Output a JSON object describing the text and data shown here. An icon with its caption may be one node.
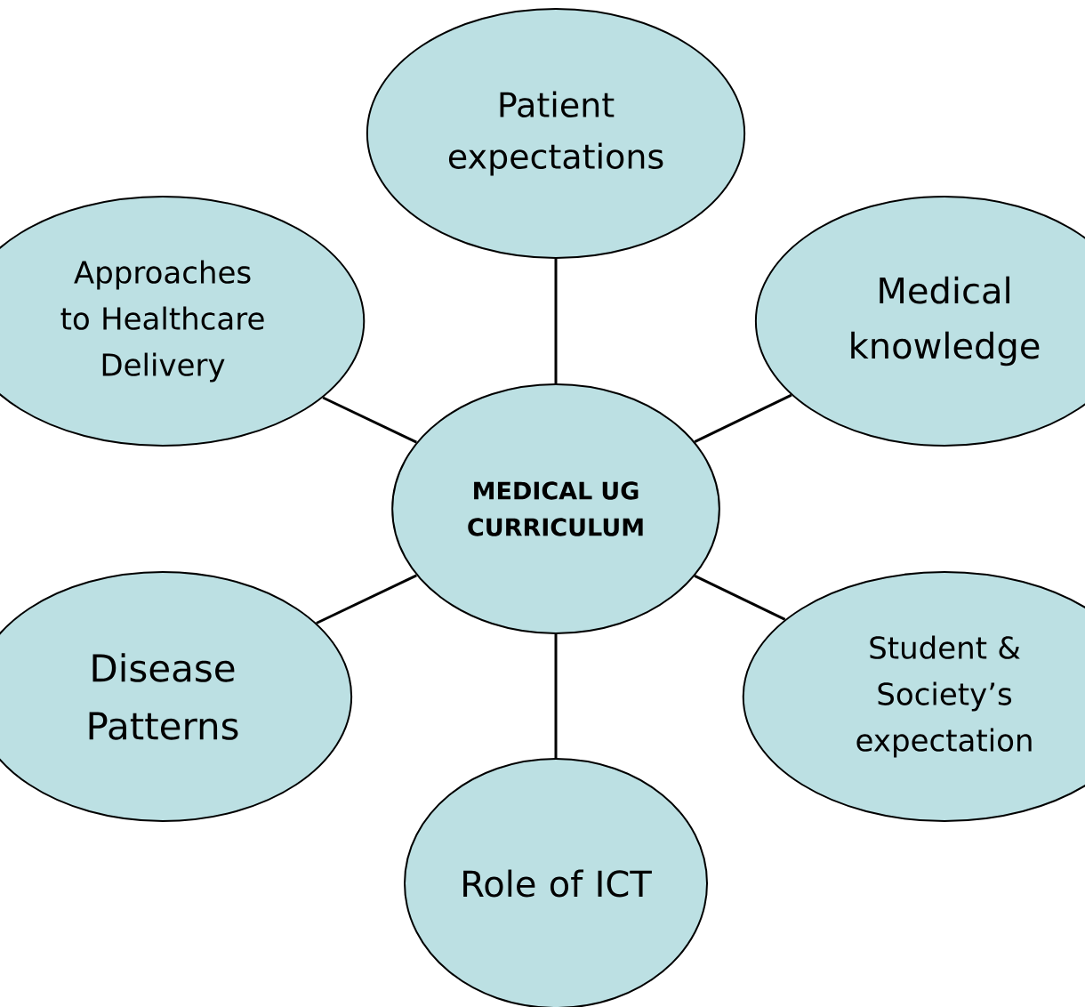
{
  "diagram": {
    "nodes": [
      {
        "text": [
          "Patient expectations"
        ]
      },
      {
        "text": [
          "Approaches to Healthcare Delivery"
        ]
      },
      {
        "text": [
          "Medical knowledge"
        ]
      },
      {
        "text": [
          "MEDICAL UG CURRICULUM"
        ]
      },
      {
        "text": [
          "Disease Patterns"
        ]
      },
      {
        "text": [
          "Student & Society’s expectation"
        ]
      },
      {
        "text": [
          "Role of ICT"
        ]
      }
    ],
    "edges": [
      {
        "from": 3,
        "to": 0,
        "arrow": "none"
      },
      {
        "from": 3,
        "to": 1,
        "arrow": "none"
      },
      {
        "from": 3,
        "to": 2,
        "arrow": "none"
      },
      {
        "from": 3,
        "to": 4,
        "arrow": "none"
      },
      {
        "from": 3,
        "to": 5,
        "arrow": "none"
      },
      {
        "from": 3,
        "to": 6,
        "arrow": "none"
      }
    ]
  }
}
